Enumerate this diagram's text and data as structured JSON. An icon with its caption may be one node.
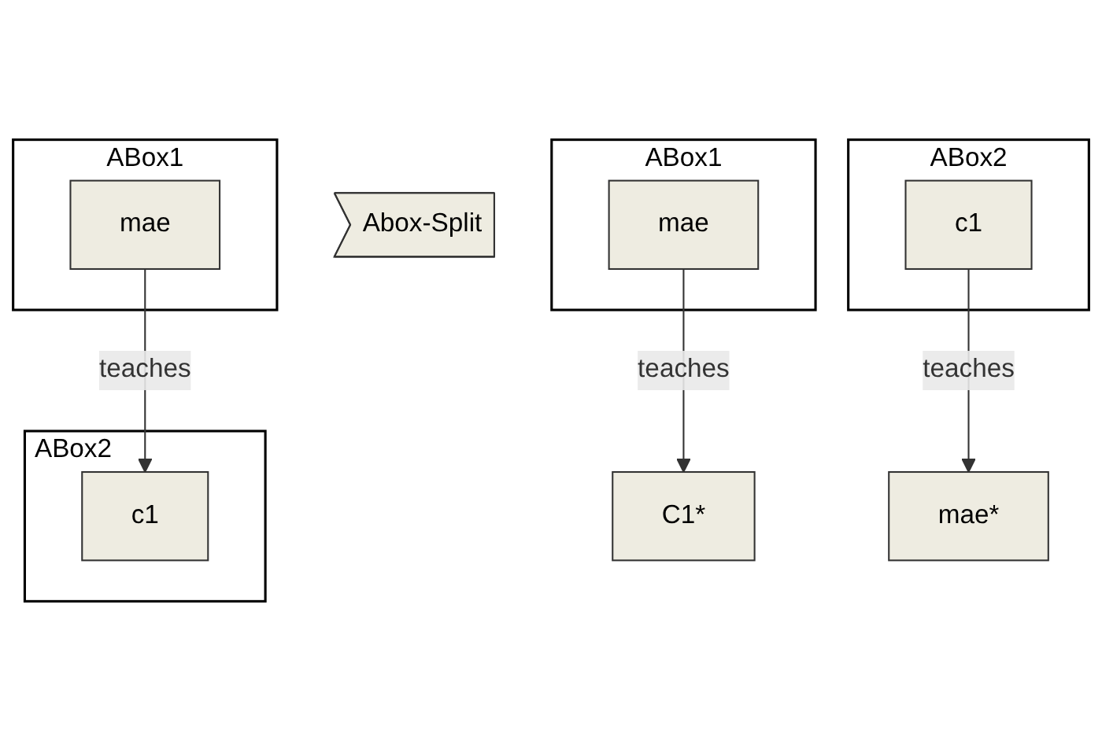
{
  "diagram": {
    "nodes": [
      {
        "text": [
          "ABox1"
        ]
      },
      {
        "text": [
          "mae"
        ],
        "in": 0
      },
      {
        "text": [
          "ABox2"
        ]
      },
      {
        "text": [
          "c1"
        ],
        "in": 2
      },
      {
        "text": [
          "Abox-Split"
        ]
      },
      {
        "text": [
          "ABox1"
        ]
      },
      {
        "text": [
          "mae"
        ],
        "in": 5
      },
      {
        "text": [
          "C1*"
        ]
      },
      {
        "text": [
          "mae*"
        ]
      },
      {
        "text": [
          "ABox2"
        ]
      },
      {
        "text": [
          "c1"
        ],
        "in": 9
      }
    ],
    "edges": [
      {
        "from": 1,
        "to": 3,
        "arrow": "to",
        "label": "teaches"
      },
      {
        "from": 6,
        "to": 7,
        "arrow": "to",
        "label": "teaches"
      },
      {
        "from": 10,
        "to": 8,
        "arrow": "to",
        "label": "teaches"
      }
    ]
  }
}
